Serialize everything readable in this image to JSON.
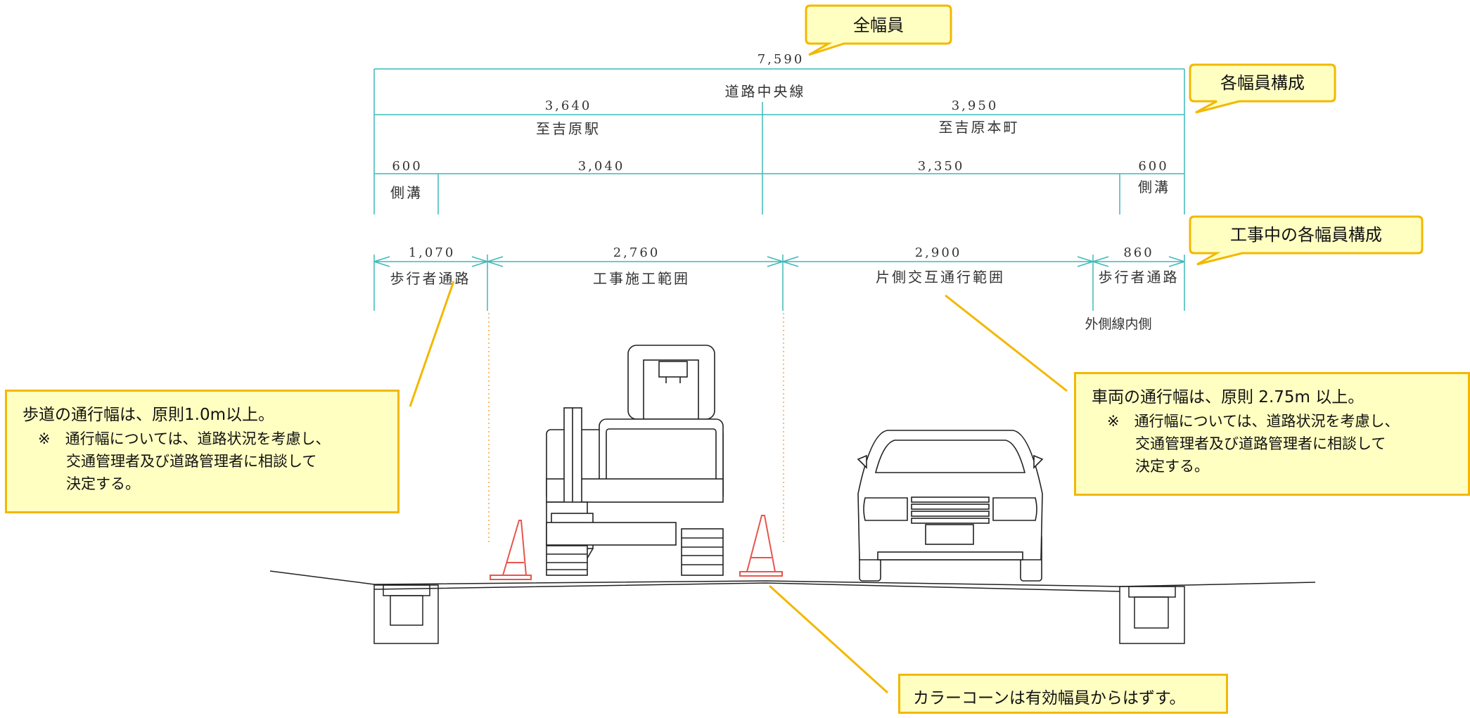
{
  "callouts": {
    "total_width": "全幅員",
    "each_width": "各幅員構成",
    "construction_width": "工事中の各幅員構成"
  },
  "top_dimensions": {
    "total": "7,590",
    "centerline": "道路中央線",
    "left_half": "3,640",
    "right_half": "3,950",
    "left_direction": "至吉原駅",
    "right_direction": "至吉原本町",
    "left_gutter": "600",
    "left_lane": "3,040",
    "right_lane": "3,350",
    "right_gutter": "600",
    "gutter_label_left": "側溝",
    "gutter_label_right": "側溝"
  },
  "construction_dimensions": {
    "sidewalk_left_width": "1,070",
    "work_area_width": "2,760",
    "traffic_width": "2,900",
    "sidewalk_right_width": "860",
    "sidewalk_left_label": "歩行者通路",
    "work_area_label": "工事施工範囲",
    "traffic_label": "片側交互通行範囲",
    "sidewalk_right_label": "歩行者通路",
    "outer_line_label": "外側線内側"
  },
  "notes": {
    "sidewalk": {
      "main": "歩道の通行幅は、原則1.0m以上。",
      "sub": [
        "※　通行幅については、道路状況を考慮し、",
        "交通管理者及び道路管理者に相談して",
        "決定する。"
      ]
    },
    "vehicle": {
      "main": "車両の通行幅は、原則 2.75m 以上。",
      "sub": [
        "※　通行幅については、道路状況を考慮し、",
        "交通管理者及び道路管理者に相談して",
        "決定する。"
      ]
    },
    "cone": "カラーコーンは有効幅員からはずす。"
  },
  "colors": {
    "dimension_line": "#3fb8b8",
    "callout_fill": "#ffffc2",
    "callout_border": "#f3b800",
    "cone": "#e8554d",
    "drawing": "#222222"
  }
}
